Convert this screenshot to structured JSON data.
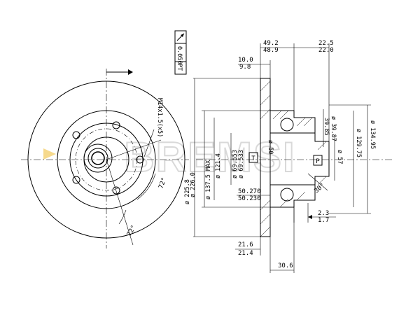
{
  "watermark": "BREMSI",
  "front_view": {
    "thread_label": "M14x1.5(x5)",
    "angle_label_a": "72°",
    "angle_label_b": "72°"
  },
  "tolerance_box": {
    "value": "0.050",
    "code": "PT"
  },
  "side_view": {
    "dim_49_2": "49.2",
    "dim_48_9": "48.9",
    "dim_22_5": "22.5",
    "dim_22_0": "22.0",
    "dim_10_0": "10.0",
    "dim_9_8": "9.8",
    "dia_225_8": "ø 225.8",
    "dia_226_0": "ø 226.0",
    "dia_137_5": "ø 137.5 MAX",
    "dia_121_4": "ø 121.4",
    "dia_69_553": "ø 69.553",
    "dia_69_533": "ø 69.533",
    "dia_50_270": "50.270",
    "dia_50_230": "50.230",
    "dia_50": "ø 50",
    "dia_39_87": "ø 39.87",
    "dia_39_85": "39.85",
    "dia_57": "ø 57",
    "dia_129_75": "ø 129.75",
    "dia_134_95": "ø 134.95",
    "angle_30": "30°",
    "dim_2_3": "2.3",
    "dim_1_7": "1.7",
    "dim_21_6": "21.6",
    "dim_21_4": "21.4",
    "dim_30_6": "30.6",
    "mark_t": "T",
    "mark_p": "P"
  }
}
